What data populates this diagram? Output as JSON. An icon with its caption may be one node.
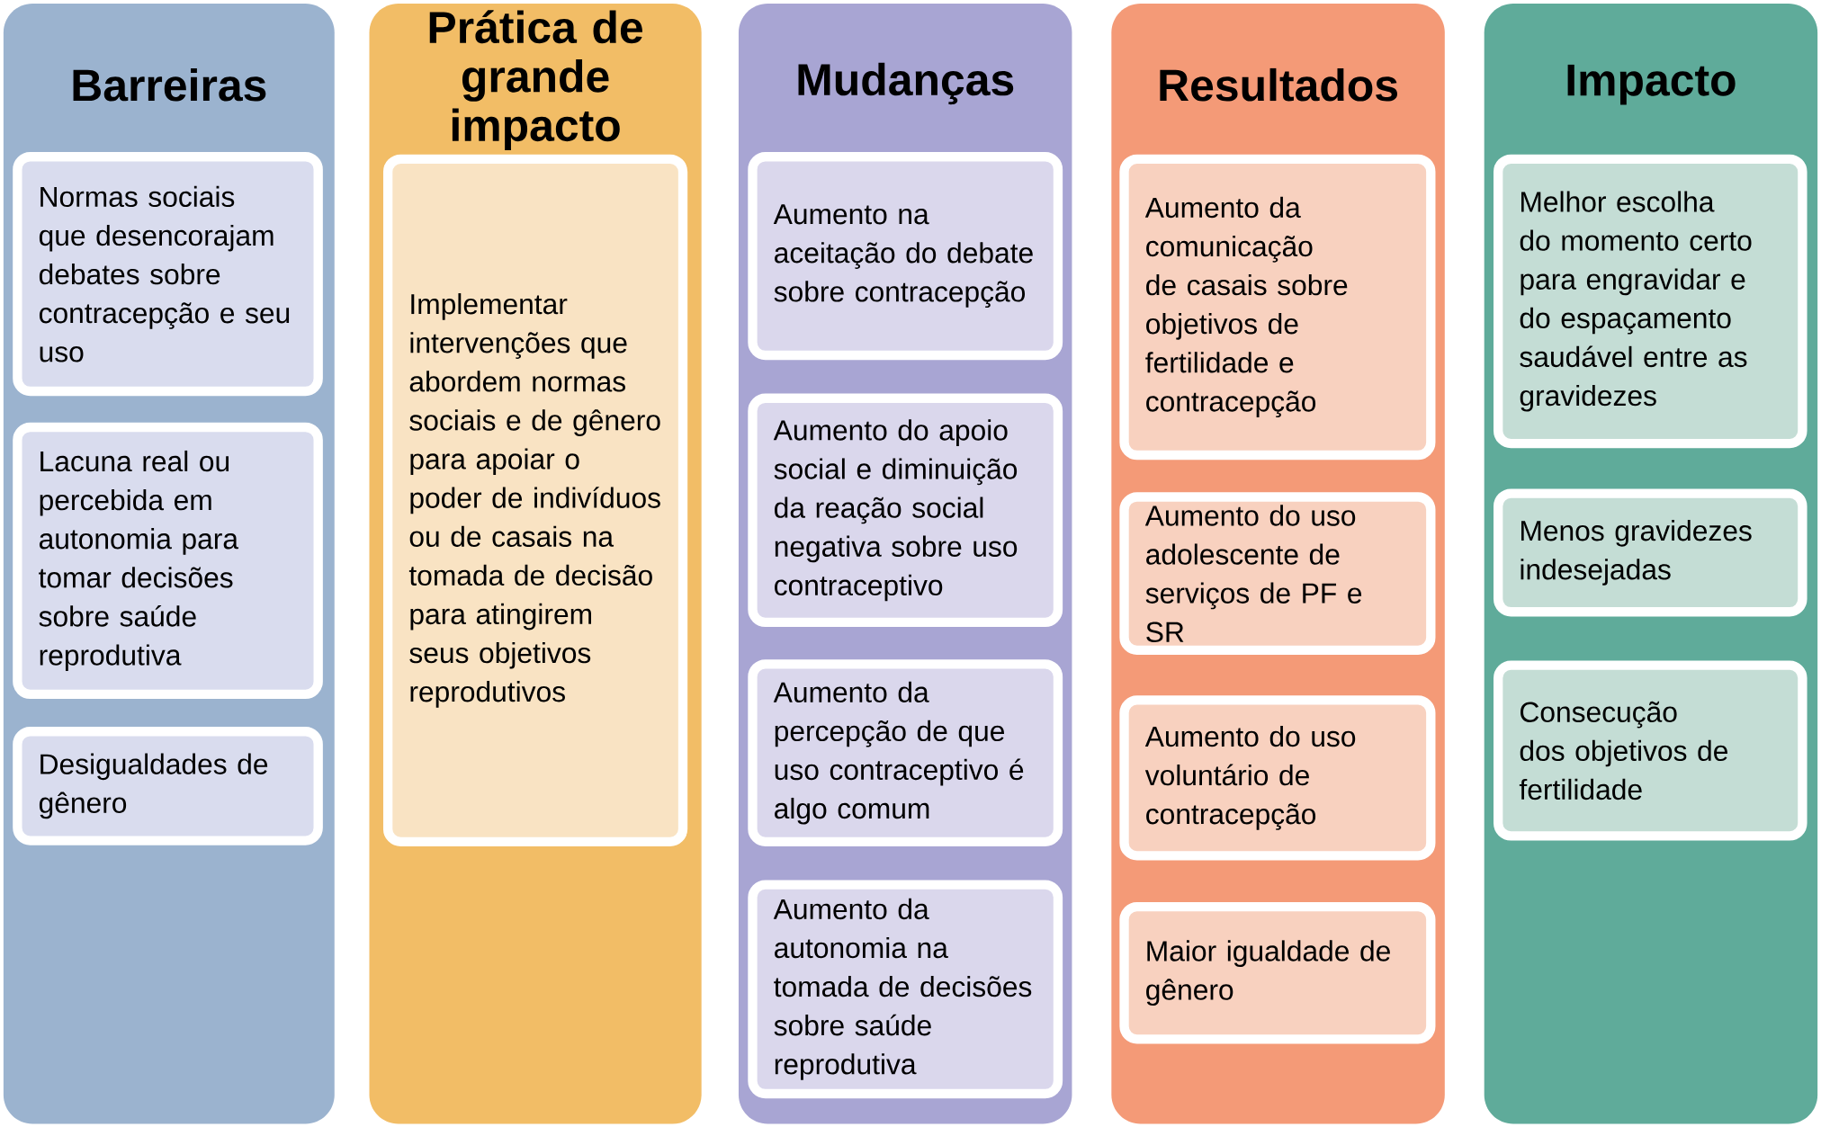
{
  "diagram": {
    "nodes": [
      {
        "text": [
          "Barreiras"
        ]
      },
      {
        "text": [
          "Normas sociais que desencorajam debates sobre contracepção e seu uso"
        ],
        "in": 0
      },
      {
        "text": [
          "Lacuna real ou percebida em autonomia para tomar decisões sobre saúde reprodutiva"
        ],
        "in": 0
      },
      {
        "text": [
          "Desigualdades de gênero"
        ],
        "in": 0
      },
      {
        "text": [
          "Prática de grande impacto"
        ]
      },
      {
        "text": [
          "Implementar intervenções que abordem normas sociais e de gênero para apoiar o poder de indivíduos ou de casais na tomada de decisão para atingirem seus objetivos reprodutivos"
        ],
        "in": 4
      },
      {
        "text": [
          "Mudanças"
        ]
      },
      {
        "text": [
          "Aumento na aceitação do debate sobre contracepção"
        ],
        "in": 6
      },
      {
        "text": [
          "Aumento do apoio social e diminuição da reação social negativa sobre uso contraceptivo"
        ],
        "in": 6
      },
      {
        "text": [
          "Aumento da percepção de que uso contraceptivo é algo comum"
        ],
        "in": 6
      },
      {
        "text": [
          "Aumento da autonomia na tomada de decisões sobre saúde reprodutiva"
        ],
        "in": 6
      },
      {
        "text": [
          "Resultados"
        ]
      },
      {
        "text": [
          "Aumento da comunicação de casais sobre objetivos de fertilidade e contracepção"
        ],
        "in": 11
      },
      {
        "text": [
          "Aumento do uso adolescente de serviços de PF e SR"
        ],
        "in": 11
      },
      {
        "text": [
          "Aumento do uso voluntário de contracepção"
        ],
        "in": 11
      },
      {
        "text": [
          "Maior igualdade de gênero"
        ],
        "in": 11
      },
      {
        "text": [
          "Impacto"
        ]
      },
      {
        "text": [
          "Melhor escolha do momento certo para engravidar e do espaçamento saudável entre as gravidezes"
        ],
        "in": 16
      },
      {
        "text": [
          "Menos gravidezes indesejadas"
        ],
        "in": 16
      },
      {
        "text": [
          "Consecução dos objetivos de fertilidade"
        ],
        "in": 16
      }
    ]
  }
}
